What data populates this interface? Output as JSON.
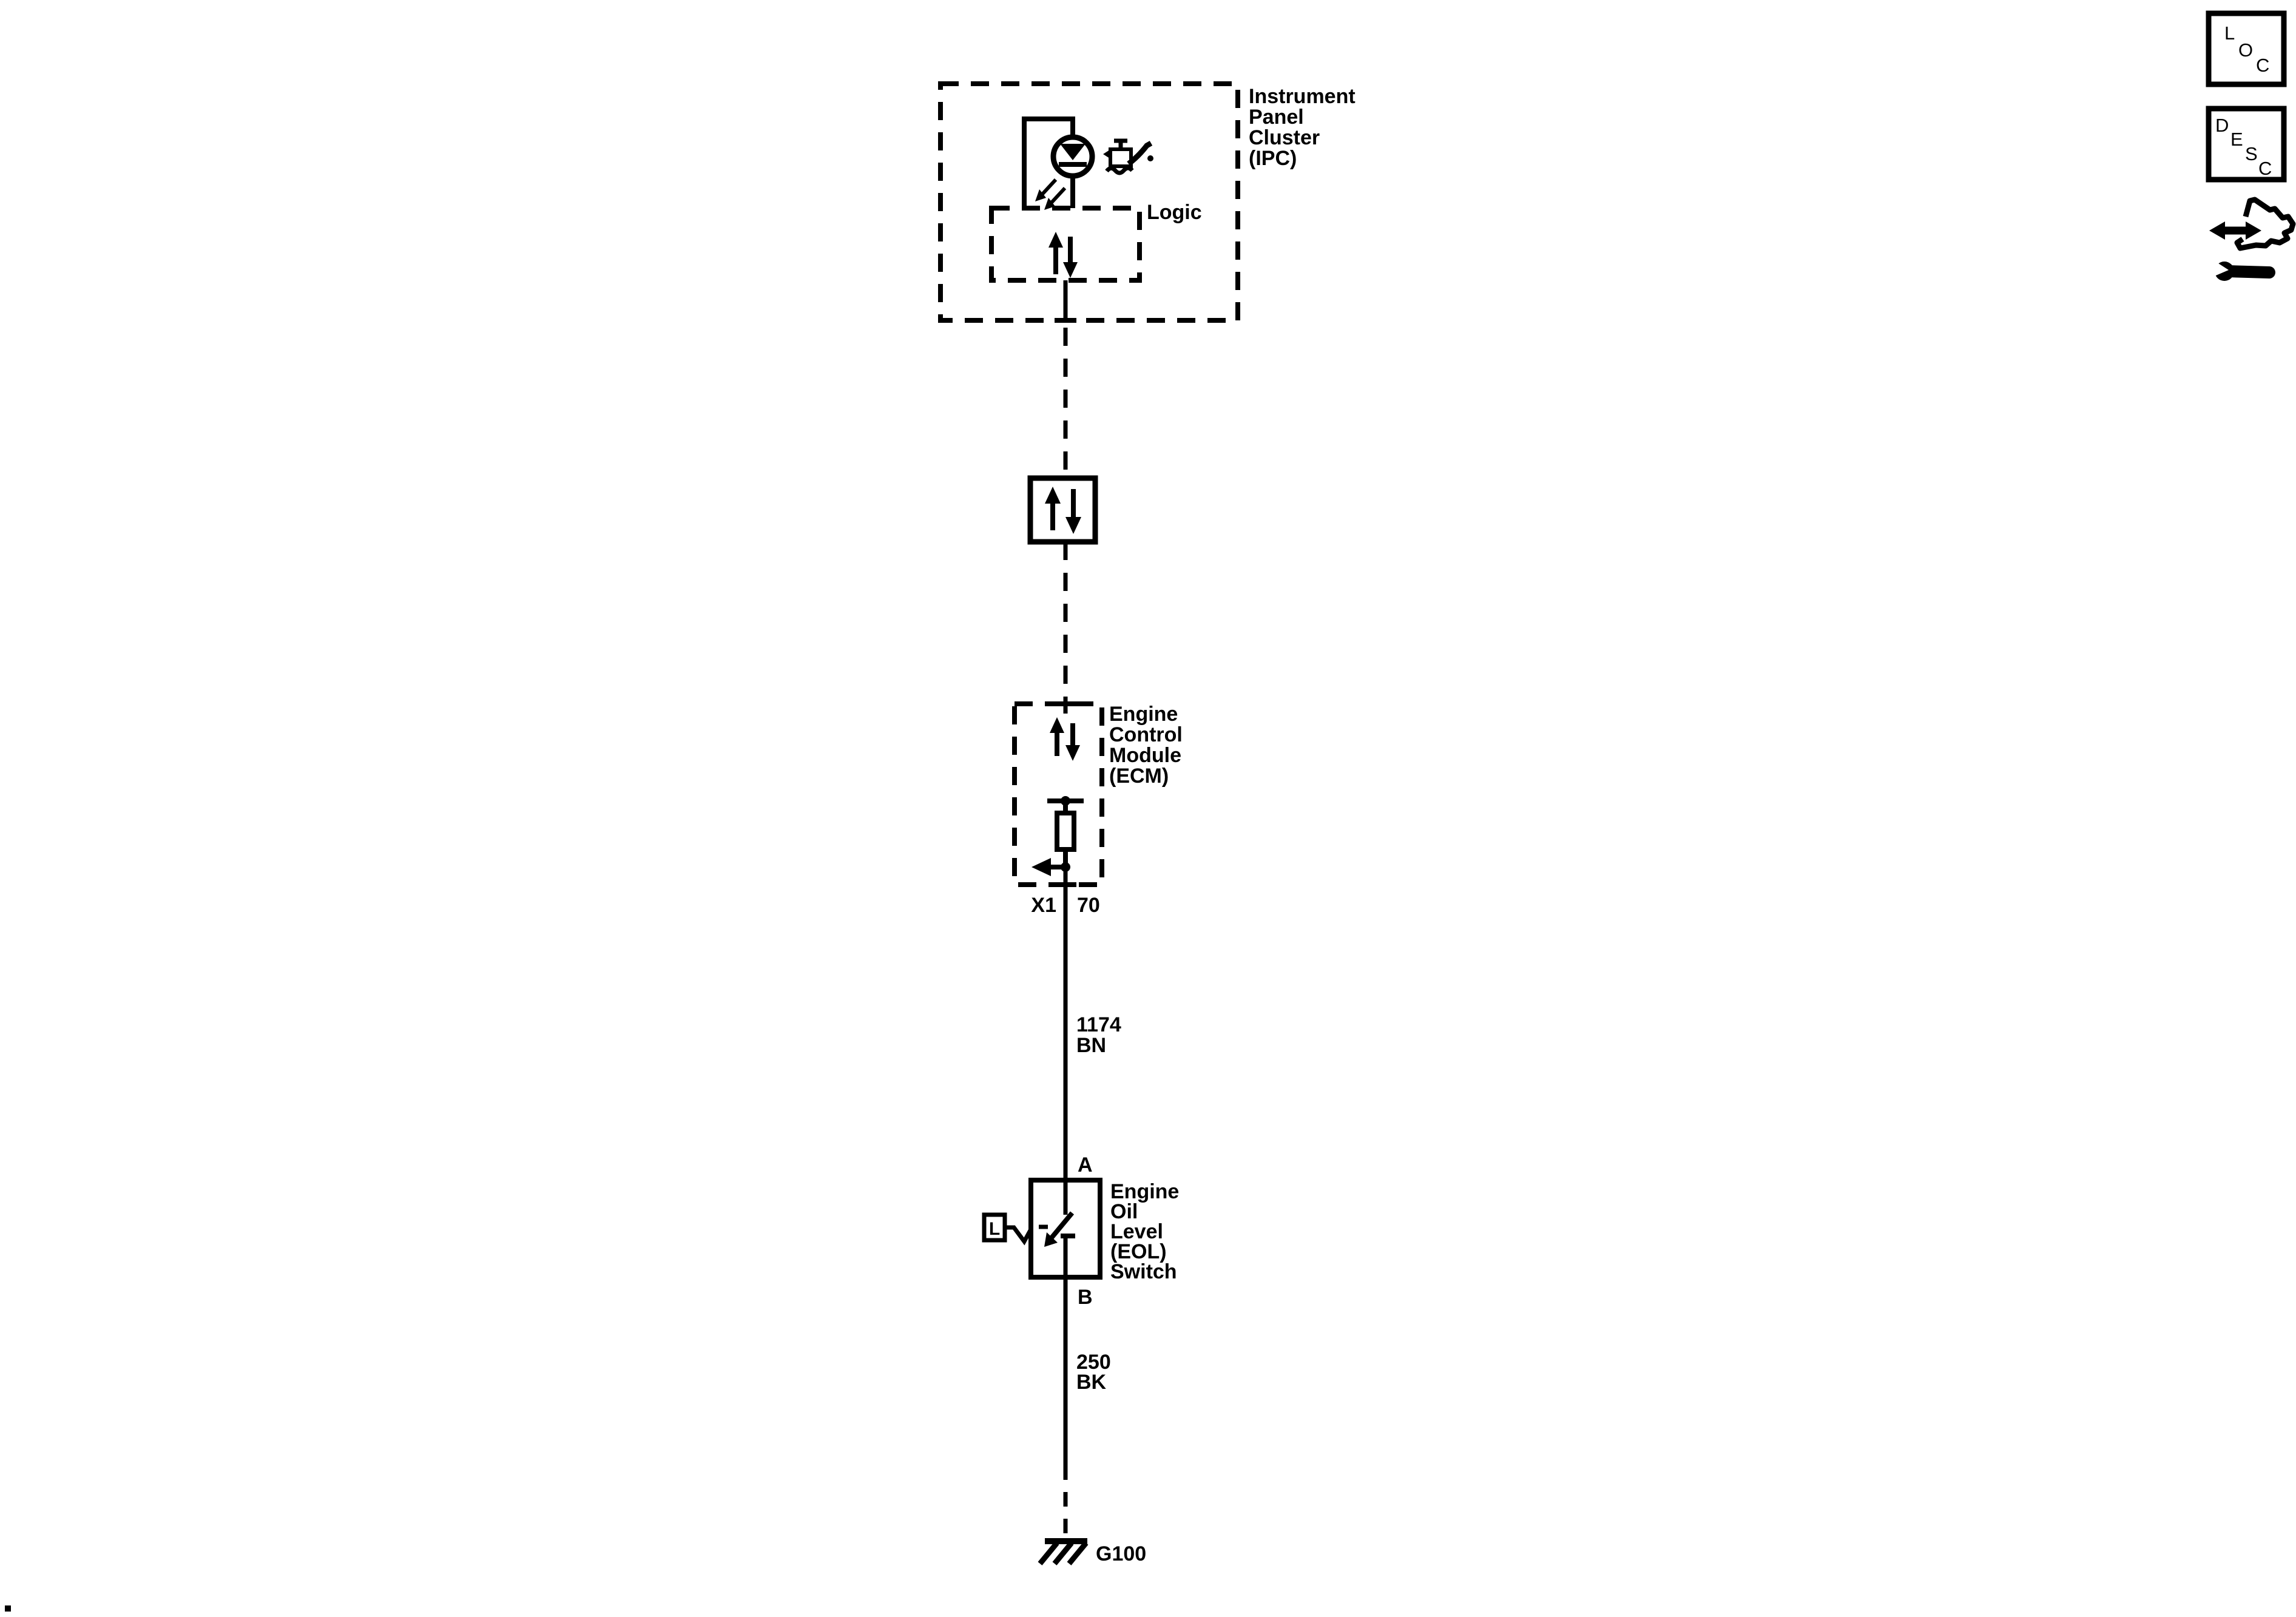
{
  "page": {
    "background": "#ffffff",
    "ink": "#000000"
  },
  "ipc": {
    "name_lines": [
      "Instrument",
      "Panel",
      "Cluster",
      "(IPC)"
    ],
    "logic_label": "Logic"
  },
  "ecm": {
    "name_lines": [
      "Engine",
      "Control",
      "Module",
      "(ECM)"
    ],
    "connector_label": "X1",
    "pin_label": "70"
  },
  "signal_wire": {
    "circuit_number": "1174",
    "wire_color": "BN"
  },
  "eol_switch": {
    "name_lines": [
      "Engine",
      "Oil",
      "Level",
      "(EOL)",
      "Switch"
    ],
    "pin_top": "A",
    "pin_bottom": "B",
    "sensor_letter": "L"
  },
  "ground_wire": {
    "circuit_number": "250",
    "wire_color": "BK"
  },
  "ground": {
    "label": "G100"
  },
  "toolbar": {
    "loc_letters": [
      "L",
      "O",
      "C"
    ],
    "desc_letters": [
      "D",
      "E",
      "S",
      "C"
    ]
  }
}
